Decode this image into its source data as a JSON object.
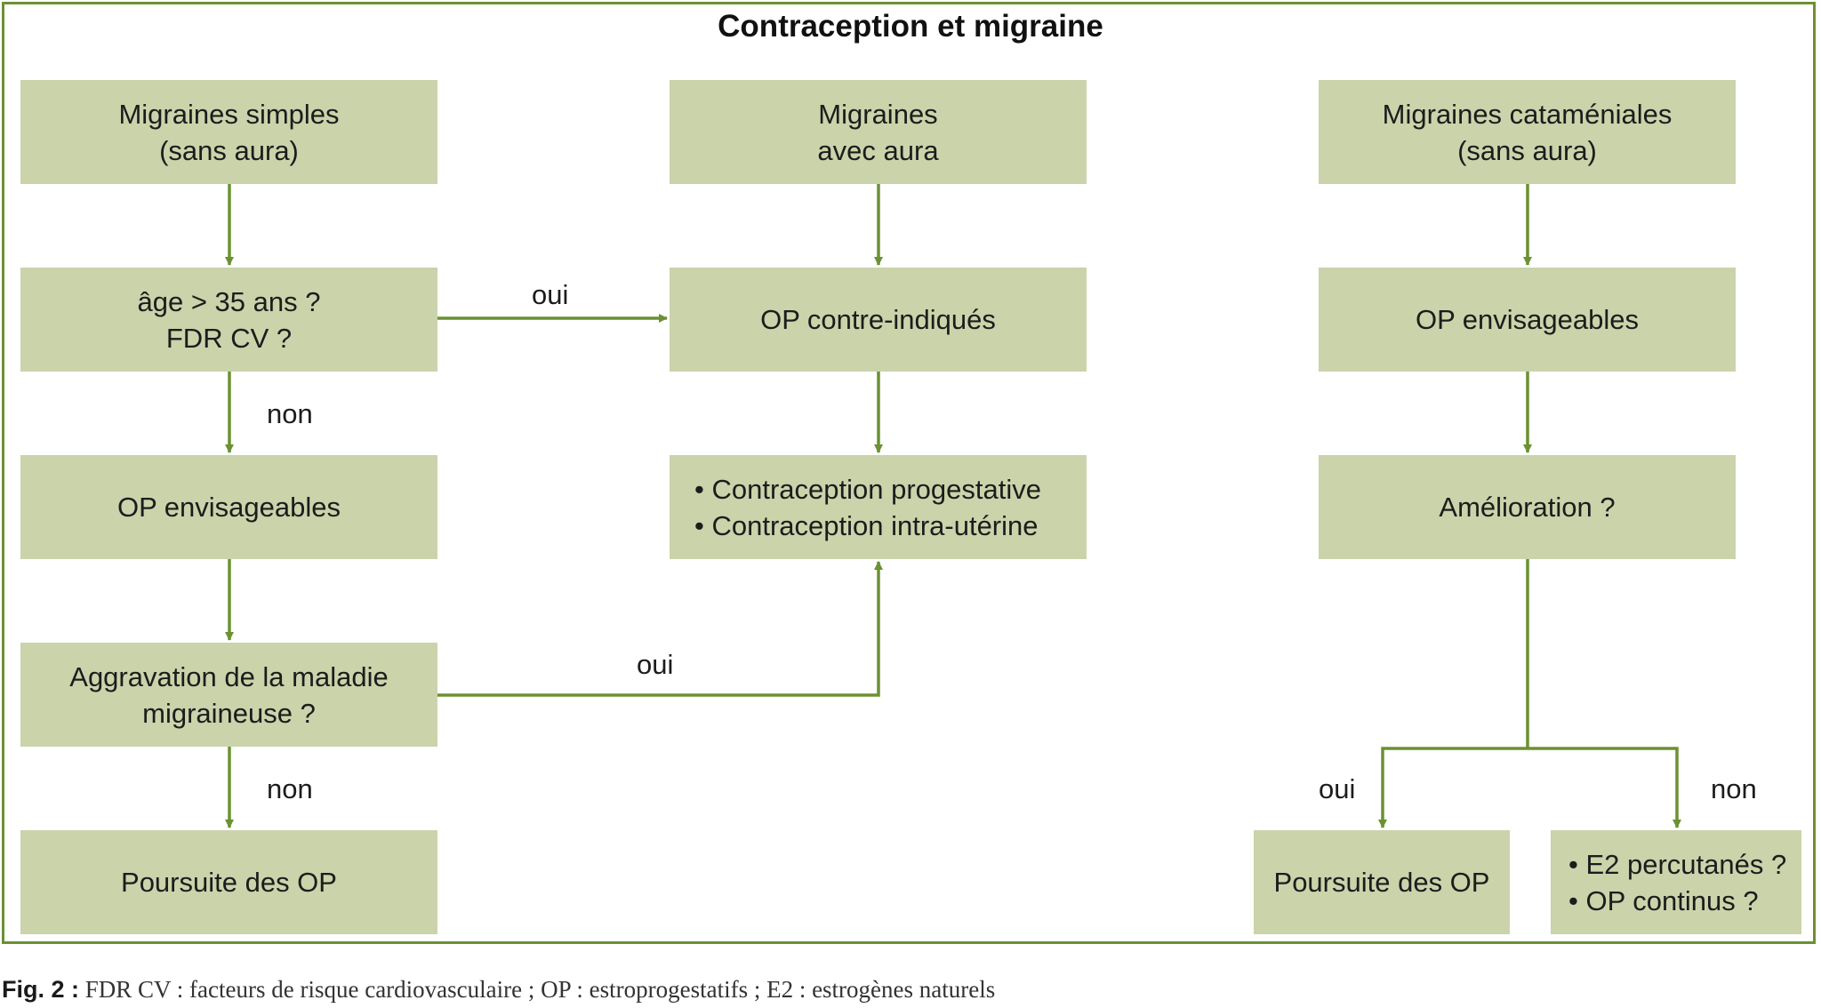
{
  "title": "Contraception et migraine",
  "colors": {
    "box_fill": "#cad3aa",
    "accent_green": "#6b9132"
  },
  "boxes": {
    "simple": [
      "Migraines simples",
      "(sans aura)"
    ],
    "aura": [
      "Migraines",
      "avec aura"
    ],
    "catamenial": [
      "Migraines cataméniales",
      "(sans aura)"
    ],
    "age": [
      "âge > 35 ans ?",
      "FDR CV ?"
    ],
    "contraindicated": [
      "OP contre-indiqués"
    ],
    "op_left": [
      "OP envisageables"
    ],
    "alternatives": [
      "• Contraception progestative",
      "• Contraception intra-utérine"
    ],
    "op_right": [
      "OP envisageables"
    ],
    "aggravation": [
      "Aggravation de la maladie",
      "migraineuse ?"
    ],
    "improvement": [
      "Amélioration ?"
    ],
    "continue_left": [
      "Poursuite des OP"
    ],
    "continue_right": [
      "Poursuite des OP"
    ],
    "e2": [
      "• E2 percutanés ?",
      "• OP continus ?"
    ]
  },
  "labels": {
    "age_yes": "oui",
    "age_no": "non",
    "aggr_yes": "oui",
    "aggr_no": "non",
    "improve_yes": "oui",
    "improve_no": "non"
  },
  "caption": {
    "fig": "Fig. 2 :",
    "text": " FDR CV : facteurs de risque cardiovasculaire ; OP : estroprogestatifs ; E2 : estrogènes naturels"
  }
}
